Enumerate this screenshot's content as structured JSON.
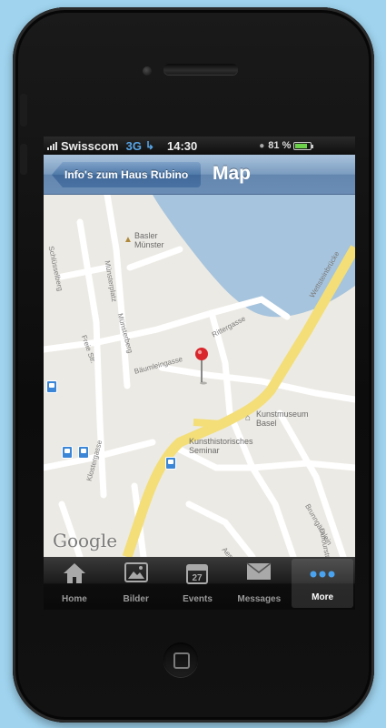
{
  "status_bar": {
    "carrier": "Swisscom",
    "network": "3G",
    "time": "14:30",
    "battery_percent": "81 %",
    "battery_level": 0.81,
    "icons": [
      "signal-icon",
      "activity-arrow-icon",
      "lock-icon",
      "battery-icon"
    ]
  },
  "nav_bar": {
    "back_label": "Info's zum Haus Rubino",
    "title": "Map"
  },
  "map": {
    "attribution": "Google",
    "place_labels": [
      {
        "name": "Basler Münster",
        "lines": [
          "Basler",
          "Münster"
        ]
      },
      {
        "name": "Kunstmuseum Basel",
        "lines": [
          "Kunstmuseum",
          "Basel"
        ]
      },
      {
        "name": "Kunsthistorisches Seminar",
        "lines": [
          "Kunsthistorisches",
          "Seminar"
        ]
      }
    ],
    "street_labels": [
      "Schlüsselberg",
      "Münsterplatz",
      "Wettsteinbrücke",
      "Rittergasse",
      "Münsterberg",
      "Freie Str.",
      "Bäumleingasse",
      "Klostergasse",
      "Brunngässlein",
      "Dufourstr.",
      "Aesch"
    ],
    "colors": {
      "land": "#eceae4",
      "water": "#a6c4dd",
      "major_road": "#f3de78",
      "pin": "#d8262c"
    }
  },
  "tab_bar": {
    "tabs": [
      {
        "label": "Home",
        "icon": "house-icon",
        "active": false
      },
      {
        "label": "Bilder",
        "icon": "picture-icon",
        "active": false
      },
      {
        "label": "Events",
        "icon": "calendar-icon",
        "active": false,
        "icon_text": "27"
      },
      {
        "label": "Messages",
        "icon": "envelope-icon",
        "active": false
      },
      {
        "label": "More",
        "icon": "more-dots-icon",
        "active": true
      }
    ]
  }
}
